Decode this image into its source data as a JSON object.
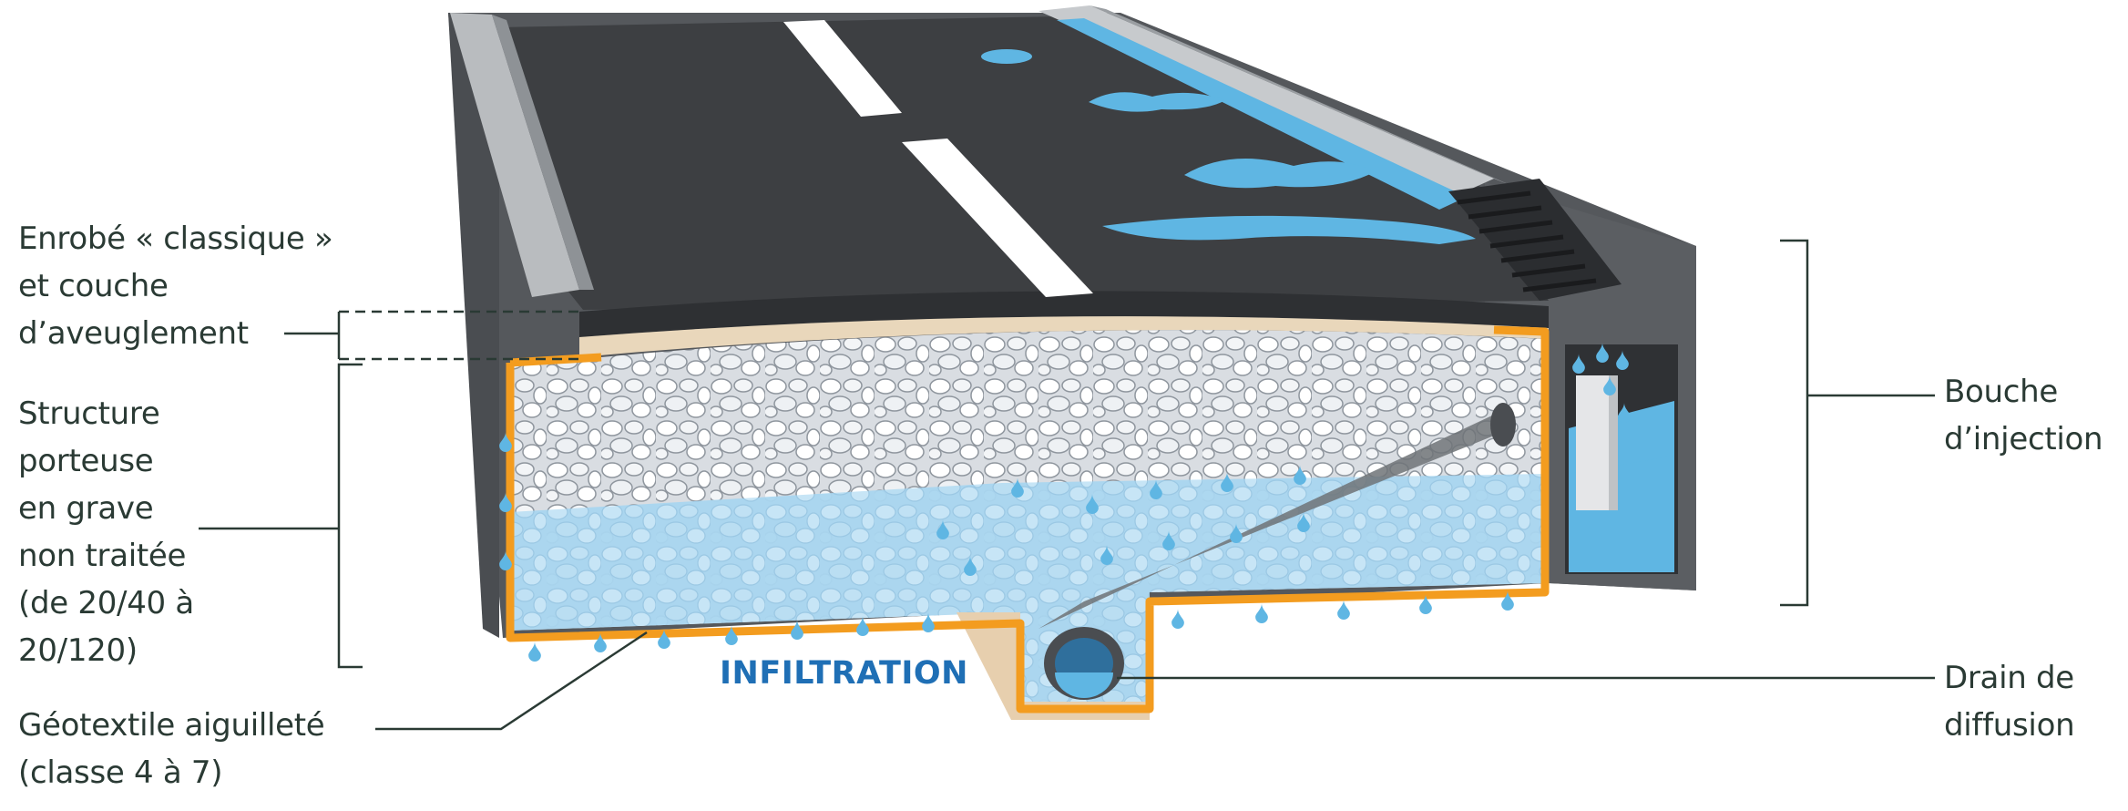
{
  "labels": {
    "enrobe": {
      "line1": "Enrobé « classique »",
      "line2": "et couche",
      "line3": "d’aveuglement"
    },
    "structure": {
      "line1": "Structure",
      "line2": "porteuse",
      "line3": "en grave",
      "line4": "non traitée",
      "line5": "(de 20/40 à",
      "line6": "20/120)"
    },
    "geotextile": {
      "line1": "Géotextile aiguilleté",
      "line2": "(classe 4 à 7)"
    },
    "bouche": {
      "line1": "Bouche",
      "line2": "d’injection"
    },
    "drain": {
      "line1": "Drain de",
      "line2": "diffusion"
    },
    "infiltration": "INFILTRATION"
  },
  "colors": {
    "asphalt": "#3d3f42",
    "curb": "#b9bcbf",
    "body": "#55585c",
    "geotextile": "#f39c1f",
    "water": "#5fb6e3",
    "infiltration_text": "#1f6fb5",
    "label_text": "#2a3a34"
  }
}
